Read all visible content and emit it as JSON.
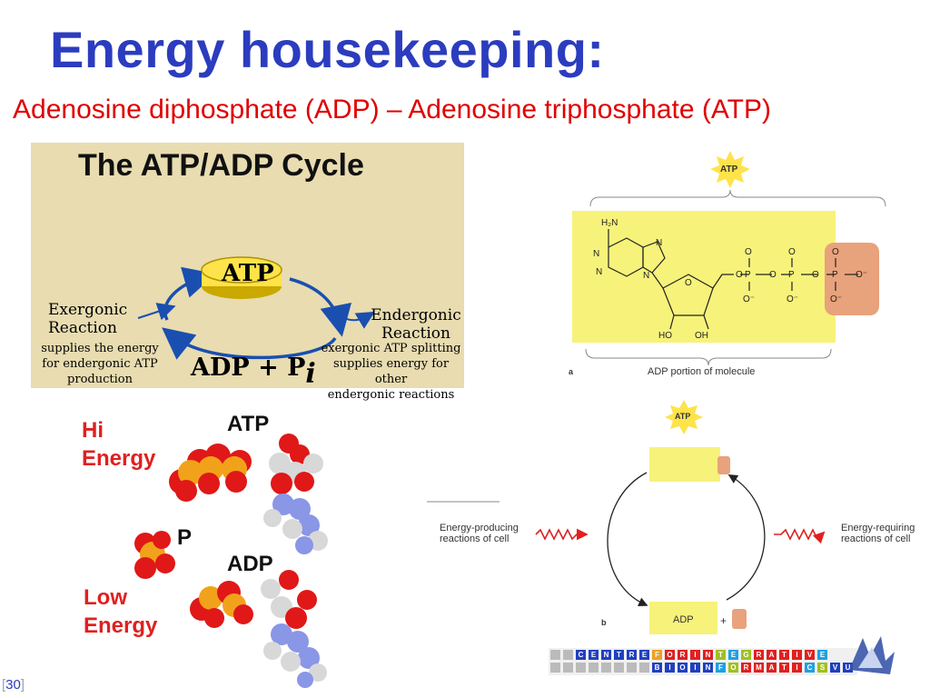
{
  "slide": {
    "title": "Energy housekeeping:",
    "subtitle": "Adenosine diphosphate (ADP) – Adenosine triphosphate (ATP)",
    "page_number": "30"
  },
  "cycle_diagram": {
    "title": "The ATP/ADP Cycle",
    "atp_label": "ATP",
    "adp_label": "ADP + P",
    "pi_subscript": "i",
    "exergonic_label": "Exergonic Reaction",
    "exergonic_note_1": "supplies the energy",
    "exergonic_note_2": "for  endergonic ATP",
    "exergonic_note_3": "production",
    "endergonic_label": "Endergonic Reaction",
    "endergonic_note_1": "exergonic ATP splitting",
    "endergonic_note_2": "supplies energy for other",
    "endergonic_note_3": "endergonic reactions"
  },
  "structure_diagram": {
    "atp_badge": "ATP",
    "adp_portion_label": "ADP portion of molecule",
    "panel_letter": "a"
  },
  "molecule_figure": {
    "hi_energy_1": "Hi",
    "hi_energy_2": "Energy",
    "low_energy_1": "Low",
    "low_energy_2": "Energy",
    "atp_label": "ATP",
    "adp_label": "ADP",
    "p_label": "P"
  },
  "coupling_diagram": {
    "atp_badge": "ATP",
    "energy_producing": "Energy-producing reactions of cell",
    "energy_requiring": "Energy-requiring reactions of cell",
    "adp_label": "ADP",
    "plus": "+",
    "panel_letter": "b"
  },
  "logo": {
    "row1": [
      "C",
      "E",
      "N",
      "T",
      "R",
      "E",
      "F",
      "O",
      "R",
      "I",
      "N",
      "T",
      "E",
      "G",
      "R",
      "A",
      "T",
      "I",
      "V",
      "E"
    ],
    "row2": [
      "B",
      "I",
      "O",
      "I",
      "N",
      "F",
      "O",
      "R",
      "M",
      "A",
      "T",
      "I",
      "C",
      "S",
      "V",
      "U"
    ]
  },
  "colors": {
    "title": "#2b3cbf",
    "subtitle": "#e00000",
    "cycle_background": "#e8dcb0",
    "atp_yellow": "#ffe34a",
    "cycle_arrow": "#1a4fb0",
    "structure_background": "#f7f27a",
    "phosphate_box": "#e8a27c",
    "energy_red": "#e02020",
    "oxygen": "#e01818",
    "phosphorus": "#f2a21a",
    "nitrogen": "#8a96e6"
  }
}
